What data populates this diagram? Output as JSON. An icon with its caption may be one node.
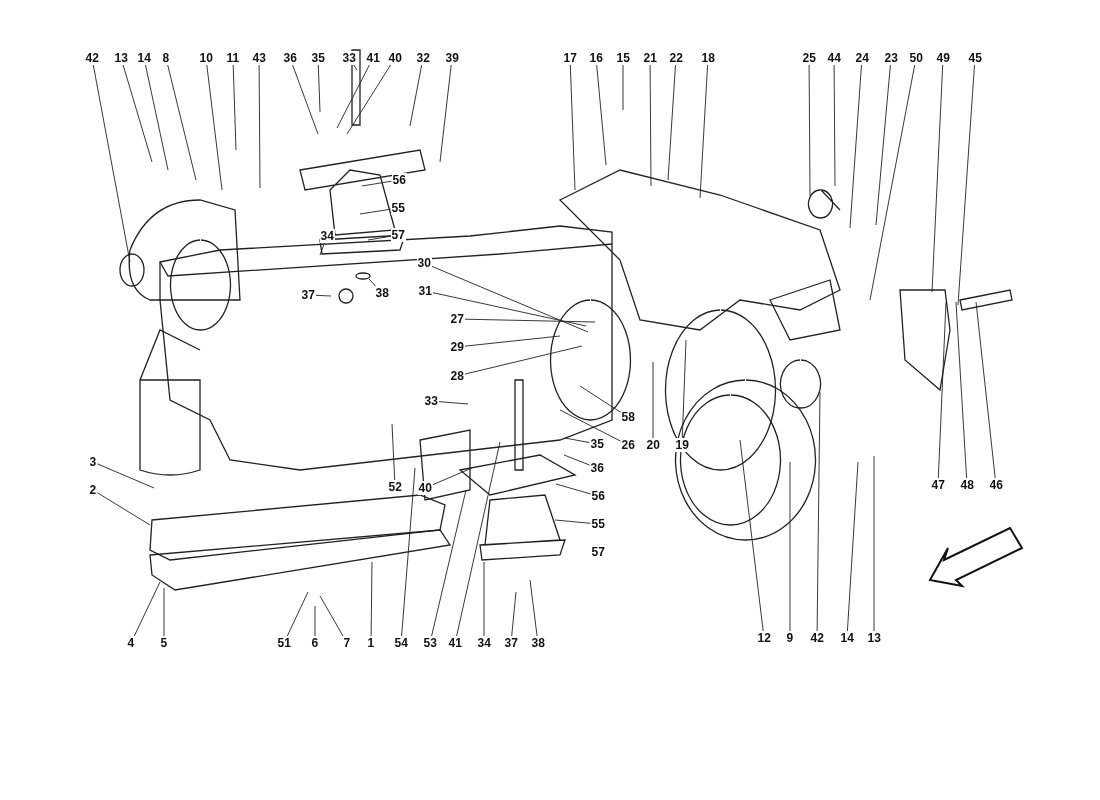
{
  "diagram": {
    "nodes": [
      {
        "text": [
          "42"
        ]
      },
      {
        "text": [
          "13"
        ]
      },
      {
        "text": [
          "14"
        ]
      },
      {
        "text": [
          "8"
        ]
      },
      {
        "text": [
          "10"
        ]
      },
      {
        "text": [
          "11"
        ]
      },
      {
        "text": [
          "43"
        ]
      },
      {
        "text": [
          "36"
        ]
      },
      {
        "text": [
          "35"
        ]
      },
      {
        "text": [
          "33"
        ]
      },
      {
        "text": [
          "41"
        ]
      },
      {
        "text": [
          "40"
        ]
      },
      {
        "text": [
          "32"
        ]
      },
      {
        "text": [
          "39"
        ]
      },
      {
        "text": [
          "17"
        ]
      },
      {
        "text": [
          "16"
        ]
      },
      {
        "text": [
          "15"
        ]
      },
      {
        "text": [
          "21"
        ]
      },
      {
        "text": [
          "22"
        ]
      },
      {
        "text": [
          "18"
        ]
      },
      {
        "text": [
          "25"
        ]
      },
      {
        "text": [
          "44"
        ]
      },
      {
        "text": [
          "24"
        ]
      },
      {
        "text": [
          "23"
        ]
      },
      {
        "text": [
          "50"
        ]
      },
      {
        "text": [
          "49"
        ]
      },
      {
        "text": [
          "45"
        ]
      },
      {
        "text": [
          "56"
        ]
      },
      {
        "text": [
          "55"
        ]
      },
      {
        "text": [
          "34"
        ]
      },
      {
        "text": [
          "57"
        ]
      },
      {
        "text": [
          "30"
        ]
      },
      {
        "text": [
          "37"
        ]
      },
      {
        "text": [
          "38"
        ]
      },
      {
        "text": [
          "31"
        ]
      },
      {
        "text": [
          "27"
        ]
      },
      {
        "text": [
          "29"
        ]
      },
      {
        "text": [
          "28"
        ]
      },
      {
        "text": [
          "33"
        ]
      },
      {
        "text": [
          "58"
        ]
      },
      {
        "text": [
          "35"
        ]
      },
      {
        "text": [
          "26"
        ]
      },
      {
        "text": [
          "20"
        ]
      },
      {
        "text": [
          "19"
        ]
      },
      {
        "text": [
          "36"
        ]
      },
      {
        "text": [
          "3"
        ]
      },
      {
        "text": [
          "47"
        ]
      },
      {
        "text": [
          "48"
        ]
      },
      {
        "text": [
          "46"
        ]
      },
      {
        "text": [
          "2"
        ]
      },
      {
        "text": [
          "52"
        ]
      },
      {
        "text": [
          "40"
        ]
      },
      {
        "text": [
          "56"
        ]
      },
      {
        "text": [
          "55"
        ]
      },
      {
        "text": [
          "4"
        ]
      },
      {
        "text": [
          "5"
        ]
      },
      {
        "text": [
          "51"
        ]
      },
      {
        "text": [
          "6"
        ]
      },
      {
        "text": [
          "7"
        ]
      },
      {
        "text": [
          "1"
        ]
      },
      {
        "text": [
          "54"
        ]
      },
      {
        "text": [
          "53"
        ]
      },
      {
        "text": [
          "41"
        ]
      },
      {
        "text": [
          "34"
        ]
      },
      {
        "text": [
          "37"
        ]
      },
      {
        "text": [
          "38"
        ]
      },
      {
        "text": [
          "12"
        ]
      },
      {
        "text": [
          "9"
        ]
      },
      {
        "text": [
          "42"
        ]
      },
      {
        "text": [
          "14"
        ]
      },
      {
        "text": [
          "13"
        ]
      },
      {
        "text": [
          "57"
        ]
      }
    ],
    "edges": [
      {
        "from": 0,
        "to": null,
        "arrow": "none"
      },
      {
        "from": 1,
        "to": null,
        "arrow": "none"
      },
      {
        "from": 2,
        "to": null,
        "arrow": "none"
      },
      {
        "from": 3,
        "to": null,
        "arrow": "none"
      },
      {
        "from": 4,
        "to": null,
        "arrow": "none"
      },
      {
        "from": 5,
        "to": null,
        "arrow": "none"
      },
      {
        "from": 6,
        "to": null,
        "arrow": "none"
      },
      {
        "from": 7,
        "to": null,
        "arrow": "none"
      },
      {
        "from": 8,
        "to": null,
        "arrow": "none"
      },
      {
        "from": 9,
        "to": null,
        "arrow": "none"
      },
      {
        "from": 10,
        "to": null,
        "arrow": "none"
      },
      {
        "from": 11,
        "to": null,
        "arrow": "none"
      },
      {
        "from": 12,
        "to": null,
        "arrow": "none"
      },
      {
        "from": 13,
        "to": null,
        "arrow": "none"
      },
      {
        "from": 14,
        "to": null,
        "arrow": "none"
      },
      {
        "from": 15,
        "to": null,
        "arrow": "none"
      },
      {
        "from": 16,
        "to": null,
        "arrow": "none"
      },
      {
        "from": 17,
        "to": null,
        "arrow": "none"
      },
      {
        "from": 18,
        "to": null,
        "arrow": "none"
      },
      {
        "from": 19,
        "to": null,
        "arrow": "none"
      },
      {
        "from": 20,
        "to": null,
        "arrow": "none"
      },
      {
        "from": 21,
        "to": null,
        "arrow": "none"
      },
      {
        "from": 22,
        "to": null,
        "arrow": "none"
      },
      {
        "from": 23,
        "to": null,
        "arrow": "none"
      },
      {
        "from": 24,
        "to": null,
        "arrow": "none"
      },
      {
        "from": 25,
        "to": null,
        "arrow": "none"
      },
      {
        "from": 26,
        "to": null,
        "arrow": "none"
      },
      {
        "from": 27,
        "to": null,
        "arrow": "none"
      },
      {
        "from": 28,
        "to": null,
        "arrow": "none"
      },
      {
        "from": 29,
        "to": null,
        "arrow": "none"
      },
      {
        "from": 30,
        "to": null,
        "arrow": "none"
      },
      {
        "from": 31,
        "to": null,
        "arrow": "none"
      },
      {
        "from": 32,
        "to": null,
        "arrow": "none"
      },
      {
        "from": 33,
        "to": null,
        "arrow": "none"
      },
      {
        "from": 34,
        "to": null,
        "arrow": "none"
      },
      {
        "from": 35,
        "to": null,
        "arrow": "none"
      },
      {
        "from": 36,
        "to": null,
        "arrow": "none"
      },
      {
        "from": 37,
        "to": null,
        "arrow": "none"
      },
      {
        "from": 38,
        "to": null,
        "arrow": "none"
      },
      {
        "from": 39,
        "to": null,
        "arrow": "none"
      },
      {
        "from": 40,
        "to": null,
        "arrow": "none"
      },
      {
        "from": 41,
        "to": null,
        "arrow": "none"
      },
      {
        "from": 42,
        "to": null,
        "arrow": "none"
      },
      {
        "from": 43,
        "to": null,
        "arrow": "none"
      },
      {
        "from": 44,
        "to": null,
        "arrow": "none"
      },
      {
        "from": 45,
        "to": null,
        "arrow": "none"
      },
      {
        "from": 46,
        "to": null,
        "arrow": "none"
      },
      {
        "from": 47,
        "to": null,
        "arrow": "none"
      },
      {
        "from": 48,
        "to": null,
        "arrow": "none"
      },
      {
        "from": 49,
        "to": null,
        "arrow": "none"
      },
      {
        "from": 50,
        "to": null,
        "arrow": "none"
      },
      {
        "from": 51,
        "to": null,
        "arrow": "none"
      },
      {
        "from": 52,
        "to": null,
        "arrow": "none"
      },
      {
        "from": 53,
        "to": null,
        "arrow": "none"
      },
      {
        "from": 54,
        "to": null,
        "arrow": "none"
      },
      {
        "from": 55,
        "to": null,
        "arrow": "none"
      },
      {
        "from": 56,
        "to": null,
        "arrow": "none"
      },
      {
        "from": 57,
        "to": null,
        "arrow": "none"
      },
      {
        "from": 58,
        "to": null,
        "arrow": "none"
      },
      {
        "from": 59,
        "to": null,
        "arrow": "none"
      },
      {
        "from": 60,
        "to": null,
        "arrow": "none"
      },
      {
        "from": 61,
        "to": null,
        "arrow": "none"
      },
      {
        "from": 62,
        "to": null,
        "arrow": "none"
      },
      {
        "from": 63,
        "to": null,
        "arrow": "none"
      },
      {
        "from": 64,
        "to": null,
        "arrow": "none"
      },
      {
        "from": 65,
        "to": null,
        "arrow": "none"
      },
      {
        "from": 66,
        "to": null,
        "arrow": "none"
      },
      {
        "from": 67,
        "to": null,
        "arrow": "none"
      },
      {
        "from": 68,
        "to": null,
        "arrow": "none"
      },
      {
        "from": 69,
        "to": null,
        "arrow": "none"
      },
      {
        "from": 70,
        "to": null,
        "arrow": "none"
      }
    ]
  }
}
